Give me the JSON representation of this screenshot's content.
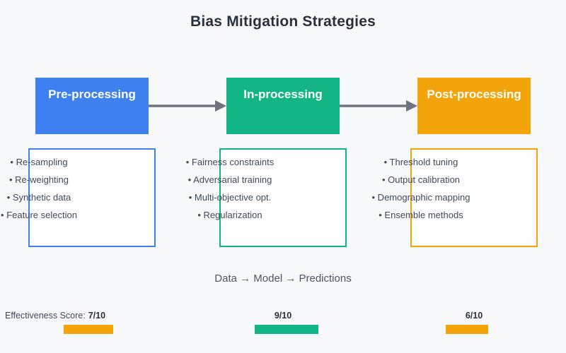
{
  "title": "Bias Mitigation Strategies",
  "flow_label": "Data  →  Model  →  Predictions",
  "effectiveness": {
    "label": "Effectiveness Score:",
    "scale": 10
  },
  "colors": {
    "background": "#f7f8fa",
    "arrow_gray": "#6e737d",
    "title_text": "#27303f",
    "body_text": "#3f4a5a"
  },
  "stages": [
    {
      "label": "Pre-processing",
      "color": "#3e80f0",
      "items": [
        "• Re-sampling",
        "• Re-weighting",
        "• Synthetic data",
        "• Feature selection"
      ],
      "score": "7/10",
      "score_value": 7,
      "bar_color": "#f3a40a"
    },
    {
      "label": "In-processing",
      "color": "#12b583",
      "items": [
        "• Fairness constraints",
        "• Adversarial training",
        "• Multi-objective opt.",
        "• Regularization"
      ],
      "score": "9/10",
      "score_value": 9,
      "bar_color": "#12b583"
    },
    {
      "label": "Post-processing",
      "color": "#f3a40a",
      "items": [
        "• Threshold tuning",
        "• Output calibration",
        "• Demographic mapping",
        "• Ensemble methods"
      ],
      "score": "6/10",
      "score_value": 6,
      "bar_color": "#f3a40a"
    }
  ]
}
